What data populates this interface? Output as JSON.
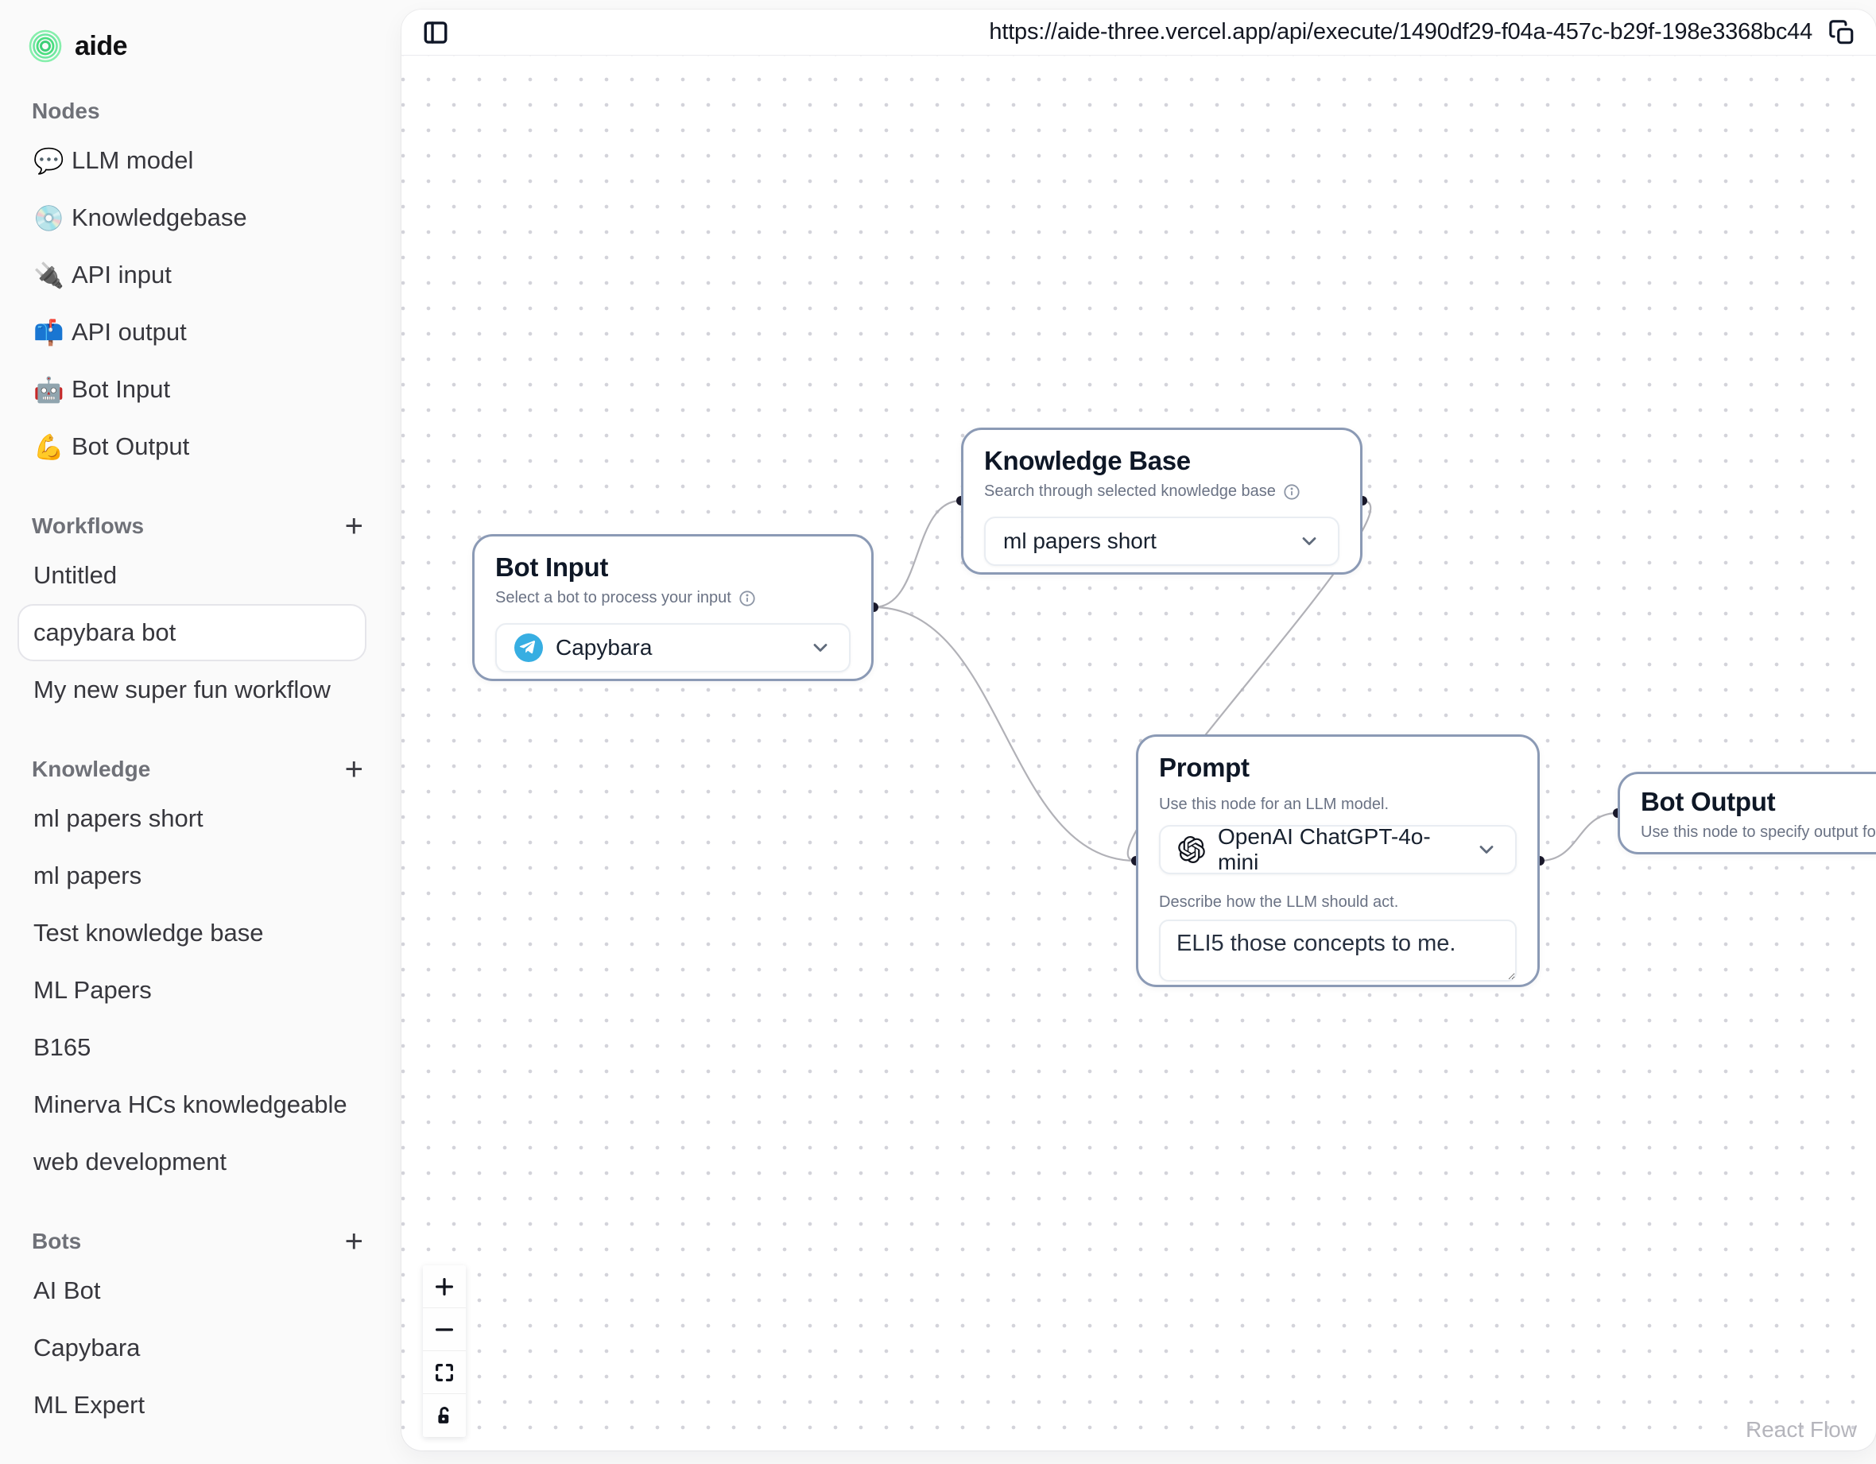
{
  "brand": {
    "logo_text": "aide"
  },
  "sidebar": {
    "nodes_section": {
      "title": "Nodes",
      "items": [
        {
          "icon": "💬",
          "label": "LLM model"
        },
        {
          "icon": "💿",
          "label": "Knowledgebase"
        },
        {
          "icon": "🔌",
          "label": "API input"
        },
        {
          "icon": "📫",
          "label": "API output"
        },
        {
          "icon": "🤖",
          "label": "Bot Input"
        },
        {
          "icon": "💪",
          "label": "Bot Output"
        }
      ]
    },
    "workflows_section": {
      "title": "Workflows",
      "add_label": "+",
      "items": [
        {
          "label": "Untitled",
          "selected": false
        },
        {
          "label": "capybara bot",
          "selected": true
        },
        {
          "label": "My new super fun workflow",
          "selected": false
        }
      ]
    },
    "knowledge_section": {
      "title": "Knowledge",
      "add_label": "+",
      "items": [
        {
          "label": "ml papers short"
        },
        {
          "label": "ml papers"
        },
        {
          "label": "Test knowledge base"
        },
        {
          "label": "ML Papers"
        },
        {
          "label": "B165"
        },
        {
          "label": "Minerva HCs knowledgeable"
        },
        {
          "label": "web development"
        }
      ]
    },
    "bots_section": {
      "title": "Bots",
      "add_label": "+",
      "items": [
        {
          "label": "AI Bot"
        },
        {
          "label": "Capybara"
        },
        {
          "label": "ML Expert"
        }
      ]
    }
  },
  "header": {
    "url": "https://aide-three.vercel.app/api/execute/1490df29-f04a-457c-b29f-198e3368bc44",
    "toggle_icon": "panel-left-icon",
    "copy_icon": "copy-icon"
  },
  "canvas": {
    "nodes": {
      "bot_input": {
        "title": "Bot Input",
        "subtitle": "Select a bot to process your input",
        "select_icon": "telegram-icon",
        "select_value": "Capybara"
      },
      "knowledge_base": {
        "title": "Knowledge Base",
        "subtitle": "Search through selected knowledge base",
        "select_value": "ml papers short"
      },
      "prompt": {
        "title": "Prompt",
        "subtitle": "Use this node for an LLM model.",
        "select_icon": "openai-icon",
        "select_value": "OpenAI ChatGPT-4o-mini",
        "field_label": "Describe how the LLM should act.",
        "field_value": "ELI5 those concepts to me."
      },
      "bot_output": {
        "title": "Bot Output",
        "subtitle": "Use this node to specify output for the bot"
      }
    },
    "controls": [
      "zoom-in",
      "zoom-out",
      "fit-view",
      "unlock"
    ],
    "attribution": "React Flow"
  },
  "colors": {
    "accent_green": "#4ade80",
    "node_border": "#8b9ab5",
    "edge": "#b1b1b7",
    "handle": "#1a192b",
    "telegram_blue": "#37aee2"
  }
}
